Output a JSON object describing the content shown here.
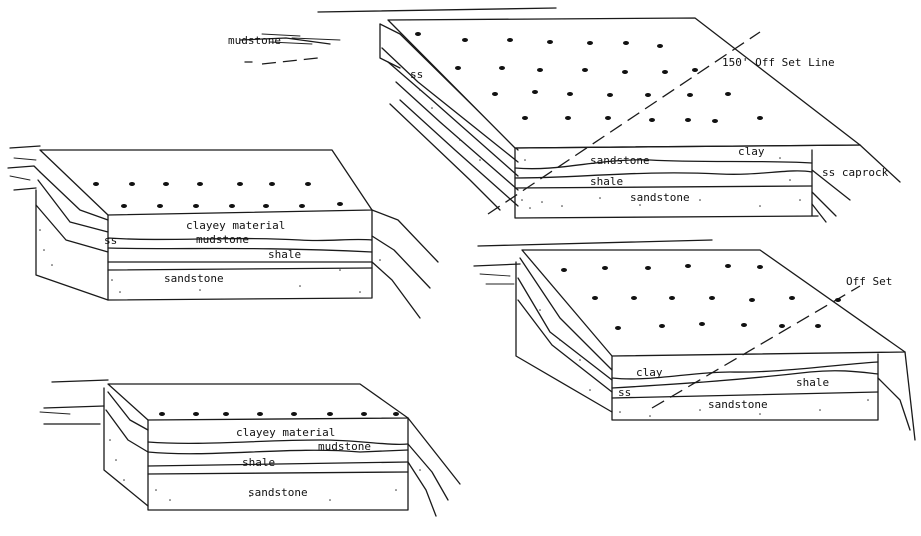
{
  "diagram": {
    "upper_right": {
      "labels": {
        "mudstone": "mudstone",
        "offset_line": "150' Off Set Line",
        "ss": "ss",
        "clay": "clay",
        "sandstone_top": "sandstone",
        "shale": "shale",
        "caprock": "ss caprock",
        "sandstone_bottom": "sandstone"
      }
    },
    "left_middle": {
      "labels": {
        "clayey_material": "clayey material",
        "mudstone": "mudstone",
        "ss": "ss",
        "shale": "shale",
        "sandstone": "sandstone"
      }
    },
    "lower_right": {
      "labels": {
        "offset": "Off Set",
        "clay": "clay",
        "ss": "ss",
        "shale": "shale",
        "sandstone": "sandstone"
      }
    },
    "lower_left": {
      "labels": {
        "clayey_material": "clayey material",
        "mudstone": "mudstone",
        "shale": "shale",
        "sandstone": "sandstone"
      }
    }
  }
}
